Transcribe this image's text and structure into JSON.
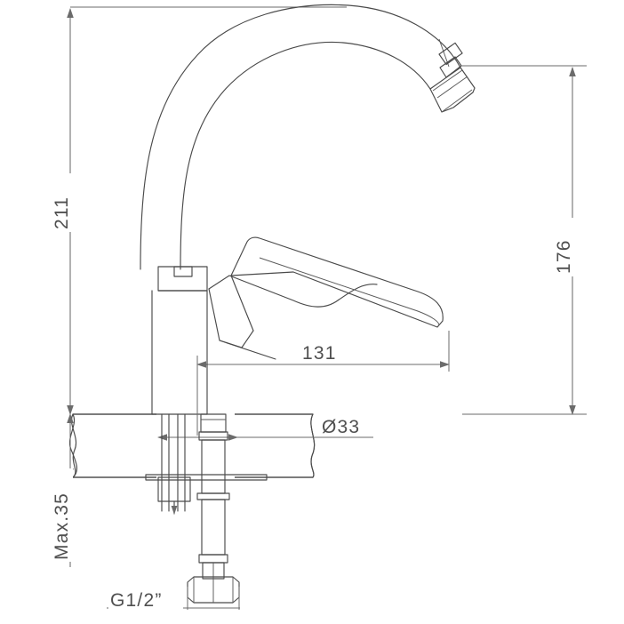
{
  "drawing": {
    "title": "Kitchen sink mixer tap - technical dimension drawing",
    "view": "front elevation with deck section",
    "units": "mm",
    "line_color": "#4a4a4a",
    "dimension_color": "#6b6b6b",
    "background": "#ffffff"
  },
  "dimensions": {
    "overall_height": {
      "label": "211",
      "orientation": "vertical",
      "position": "left",
      "from": "spout top",
      "to": "deck surface"
    },
    "spout_height": {
      "label": "176",
      "orientation": "vertical",
      "position": "right",
      "from": "spout outlet",
      "to": "deck surface"
    },
    "spout_reach": {
      "label": "131",
      "orientation": "horizontal",
      "position": "center",
      "from": "body axis",
      "to": "spout outlet"
    },
    "mounting_hole": {
      "label": "Ø33",
      "orientation": "horizontal",
      "position": "deck",
      "note": "mounting hole diameter"
    },
    "deck_thickness": {
      "label": "Max.35",
      "orientation": "vertical",
      "position": "left-lower",
      "note": "maximum counter thickness"
    },
    "supply_thread": {
      "label": "G1/2”",
      "orientation": "horizontal",
      "position": "bottom",
      "note": "inlet hose connection thread"
    }
  },
  "parts": {
    "spout": "curved c-shape swivel spout",
    "aerator": "outlet aerator at spout tip",
    "lever_handle": "single lever handle",
    "body": "cylindrical mixer body",
    "cap": "spout collar cap",
    "deck": "counter top section (hatched)",
    "shank": "threaded mounting shank",
    "washer_plate": "mounting washer plate",
    "hose": "braided flexible supply hose",
    "hex_nut": "hex coupling nut"
  }
}
